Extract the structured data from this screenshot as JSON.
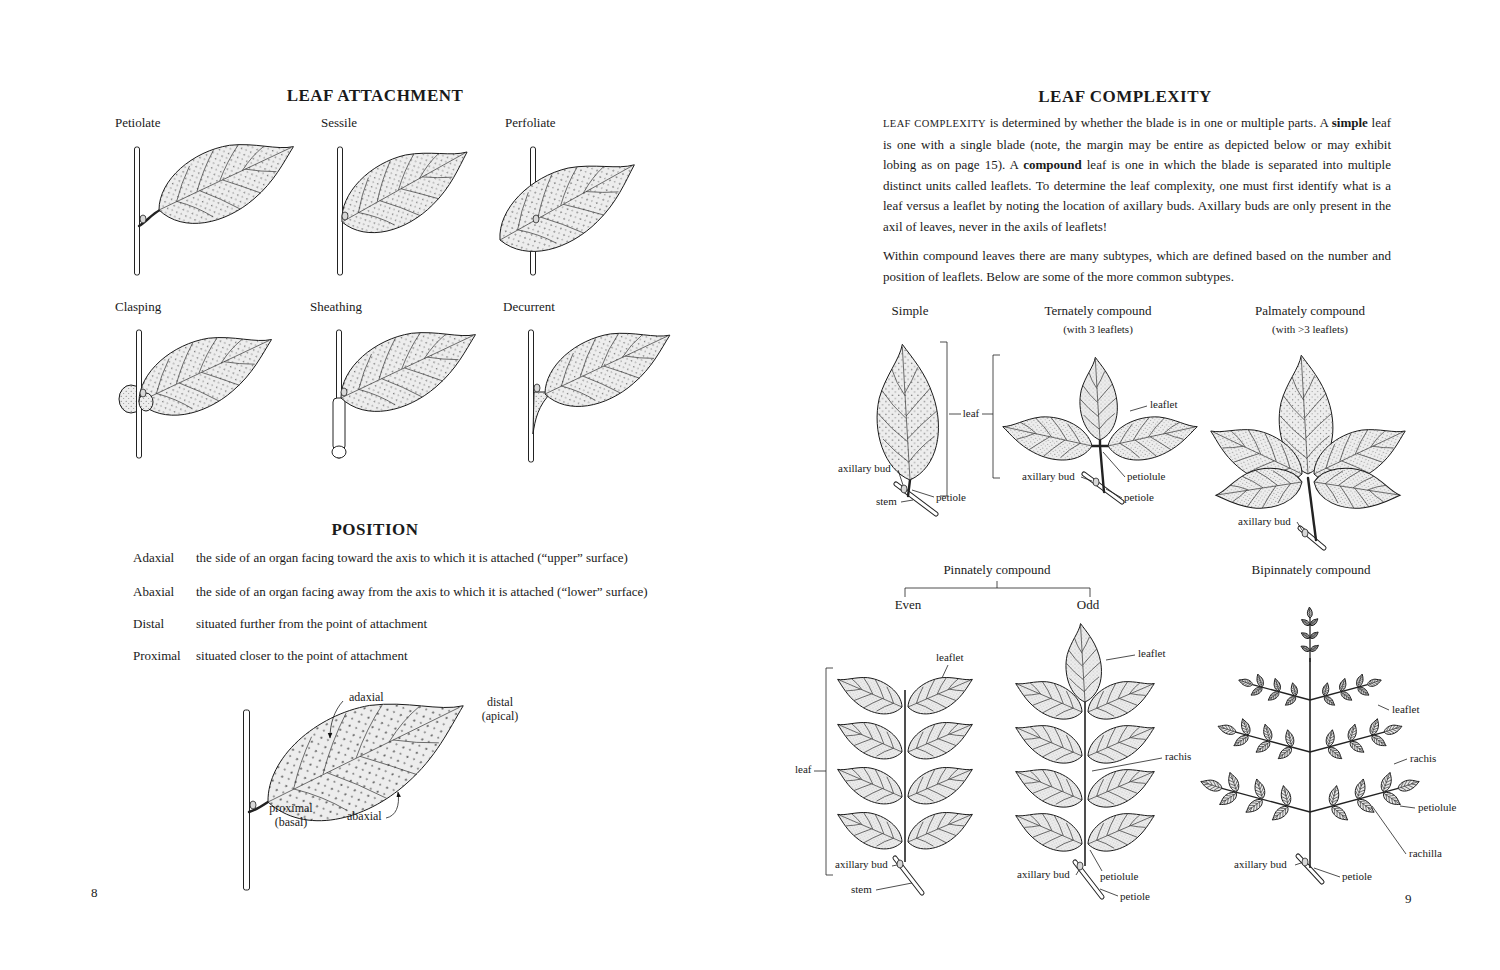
{
  "diagram": {
    "labels": [
      "LEAF ATTACHMENT",
      "Petiolate",
      "Sessile",
      "Perfoliate",
      "Clasping",
      "Sheathing",
      "Decurrent",
      "POSITION",
      "Adaxial",
      "the side of an organ facing toward the axis to which it is attached (“upper” surface)",
      "Abaxial",
      "the side of an organ facing away from the axis to which it is attached (“lower” surface)",
      "Distal",
      "situated further from the point of attachment",
      "Proximal",
      "situated closer to the point of attachment",
      "adaxial",
      "distal (apical)",
      "proximal (basal)",
      "abaxial",
      "8",
      "LEAF COMPLEXITY",
      "LEAF COMPLEXITY",
      "is determined by whether the blade is in one or multiple parts. A",
      "simple",
      "leaf is one with a single blade (note, the margin may be entire as depicted below or may exhibit lobing as on page 15). A",
      "compound",
      "leaf is one in which the blade is separated into multiple distinct units called leaflets. To determine the leaf complexity, one must first identify what is a leaf versus a leaflet by noting the location of axillary buds. Axillary buds are only present in the axil of leaves, never in the axils of leaflets!",
      "Within compound leaves there are many subtypes, which are defined based on the number and position of leaflets. Below are some of the more common subtypes.",
      "Simple",
      "Ternately compound",
      "(with 3 leaflets)",
      "Palmately compound",
      "(with >3 leaflets)",
      "leaf",
      "axillary bud",
      "stem",
      "petiole",
      "leaflet",
      "axillary bud",
      "petiolule",
      "petiole",
      "axillary bud",
      "Pinnately compound",
      "Even",
      "Odd",
      "Bipinnately compound",
      "leaflet",
      "leaf",
      "axillary bud",
      "stem",
      "leaflet",
      "rachis",
      "axillary bud",
      "petiolule",
      "petiole",
      "leaflet",
      "rachis",
      "petiolule",
      "rachilla",
      "axillary bud",
      "petiole",
      "9"
    ]
  }
}
